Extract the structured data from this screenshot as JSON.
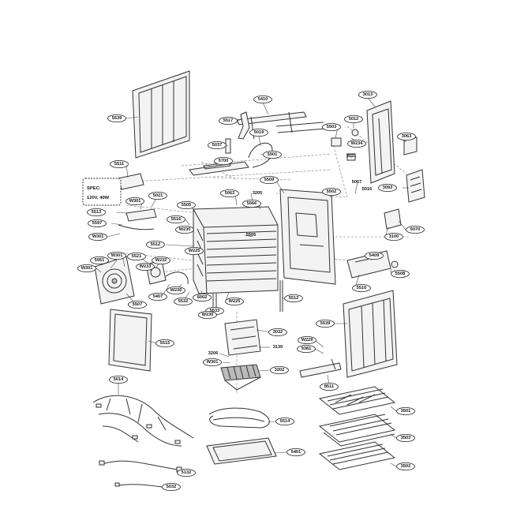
{
  "spec": {
    "line1": "SPEC:",
    "line2": "120V, 40W"
  },
  "callouts": {
    "c5539a": "5539",
    "c5410": "5410",
    "c3013": "3013",
    "c5517": "5517",
    "c5019": "5019",
    "c5503": "5503",
    "c5012": "5012",
    "c3063": "3063",
    "cW234": "W234",
    "c5037": "5037",
    "c5501": "5501",
    "c3031": "3031",
    "c5700": "5700",
    "c5511": "5511",
    "c5509": "5509",
    "c5063": "5063",
    "c3205": "3205",
    "c5502": "5502",
    "c5067": "5067",
    "c5016": "5016",
    "c3093": "3093",
    "c5021": "5021",
    "cW301a": "W301",
    "c5505": "5505",
    "c5566": "5566",
    "c5513": "5513",
    "c5516": "5516",
    "cW230a": "W230",
    "c5597": "5597",
    "cW301b": "W301",
    "c5505b": "5505",
    "c3100": "3100",
    "c5070": "5070",
    "c5512a": "5512",
    "cW225a": "W225",
    "cW301c": "W301",
    "c5951": "5951",
    "c5521": "5521",
    "cW232": "W232",
    "c5409": "5409",
    "cW233": "W233",
    "cW301d": "W301",
    "c5508": "5508",
    "c5510": "5510",
    "c5407": "5407",
    "cW230b": "W230",
    "c6002": "6002",
    "c5512b": "5512",
    "c5507": "5507",
    "c5532": "5532",
    "cW225b": "W225",
    "c5533": "5533",
    "cW230c": "W230",
    "c5539b": "5539",
    "c5515": "5515",
    "c3032": "3032",
    "cW229": "W229",
    "c3130": "3130",
    "c9381": "9381",
    "c3206": "3206",
    "cW301e": "W301",
    "c3202": "3202",
    "c5014": "5014",
    "c8511": "8511",
    "c3501": "3501",
    "c5514": "5514",
    "c3503": "3503",
    "c5401": "5401",
    "c3502": "3502",
    "c5132": "5132",
    "c5032": "5032"
  }
}
